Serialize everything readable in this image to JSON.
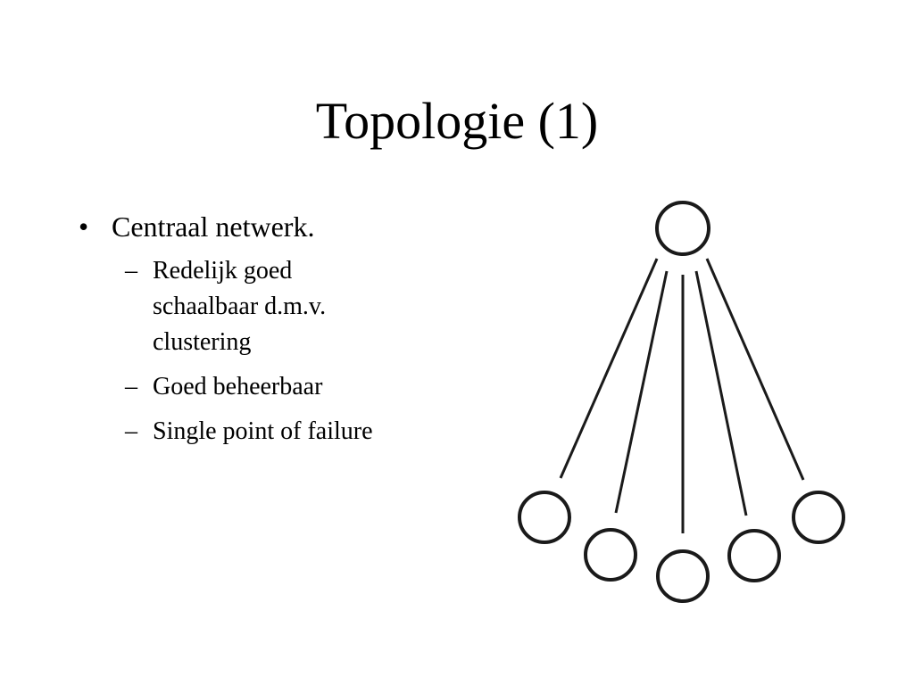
{
  "slide": {
    "title": "Topologie (1)",
    "bullet": {
      "marker": "•",
      "text": "Centraal netwerk.",
      "sub_marker": "–",
      "sub_items": [
        {
          "text": "Redelijk goed schaalbaar d.m.v. clustering",
          "lines": [
            "Redelijk goed",
            "schaalbaar d.m.v.",
            "clustering"
          ]
        },
        {
          "text": "Goed beheerbaar",
          "lines": [
            "Goed beheerbaar"
          ]
        },
        {
          "text": "Single point of failure",
          "lines": [
            "Single point of failure"
          ]
        }
      ]
    }
  },
  "diagram": {
    "type": "star-topology",
    "central_nodes": 1,
    "peripheral_nodes": 5,
    "node_color": "#1a1a1a"
  }
}
